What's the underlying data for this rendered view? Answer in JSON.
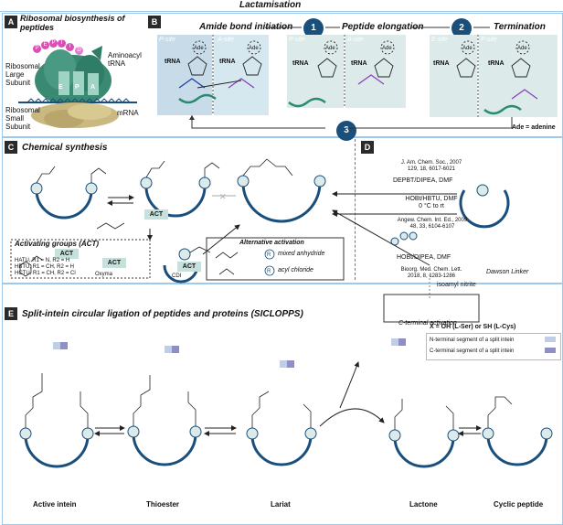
{
  "header": {
    "title": "Lactamisation"
  },
  "panelA": {
    "letter": "A",
    "title": "Ribosomal biosynthesis of peptides",
    "aminoacyl": "Aminoacyl\ntRNA",
    "large": "Ribosomal\nLarge\nSubunit",
    "small": "Ribosomal\nSmall\nSubunit",
    "mrna": "mRNA",
    "sites": [
      "E",
      "P",
      "A"
    ],
    "beads": [
      "P",
      "E",
      "P",
      "T",
      "I",
      "D"
    ]
  },
  "panelB": {
    "letter": "B",
    "steps": [
      "Amide bond initiation",
      "Peptide elongation",
      "Termination"
    ],
    "step_numbers": [
      "1",
      "2",
      "3"
    ],
    "site_labels": [
      "P-site",
      "A-site",
      "P-site",
      "A-site",
      "E-site",
      "P-site"
    ],
    "trna": "tRNA",
    "ade": "Ade",
    "footnote": "Ade = adenine"
  },
  "panelC": {
    "letter": "C",
    "title": "Chemical synthesis",
    "act": "ACT",
    "activating_title": "Activating groups (ACT)",
    "reagents": [
      "HATU,  R1 = N, R2 = H",
      "HBTU,  R1 = CH, R2 = H",
      "HCTU,  R1 = CH, R2 = Cl"
    ],
    "oxyma": "Oxyma",
    "cdi": "CDI",
    "alt_title": "Alternative activation",
    "mixed": "mixed anhydride",
    "acyl": "acyl chloride",
    "r_label": "R"
  },
  "panelD": {
    "letter": "D",
    "cite1": "J. Am. Chem. Soc., 2007\n129, 18, 6017-6021",
    "cond1": "DEPBT/DIPEA, DMF",
    "cond2": "HOBt/HBTU, DMF\n0 °C to rt",
    "cite2": "Angew. Chem. Int. Ed., 2009\n48, 33, 6104-6107",
    "cond3": "HOBt/DIPEA, DMF",
    "cite3": "Bioorg. Med. Chem. Lett.\n2018, 8, 1283-1286",
    "isoamyl": "isoamyl nitrite",
    "dawson": "Dawson Linker",
    "cterm": "C-terminal activation"
  },
  "panelE": {
    "letter": "E",
    "title": "Split-intein circular ligation of peptides and proteins (SICLOPPS)",
    "legend_x": "X = OH (L-Ser) or SH (L-Cys)",
    "legend_n": "N-terminal segment of a split intein",
    "legend_c": "C-terminal segment of a split intein",
    "stages": [
      "Active intein",
      "Thioester",
      "Lariat",
      "Lactone",
      "Cyclic peptide"
    ],
    "colors": {
      "n_segment": "#bfcde6",
      "c_segment": "#8f8fc8"
    }
  },
  "colors": {
    "accent": "#1a4f7c",
    "teal": "#dcebea",
    "pink": "#d94fb5",
    "green": "#3aa86e"
  }
}
